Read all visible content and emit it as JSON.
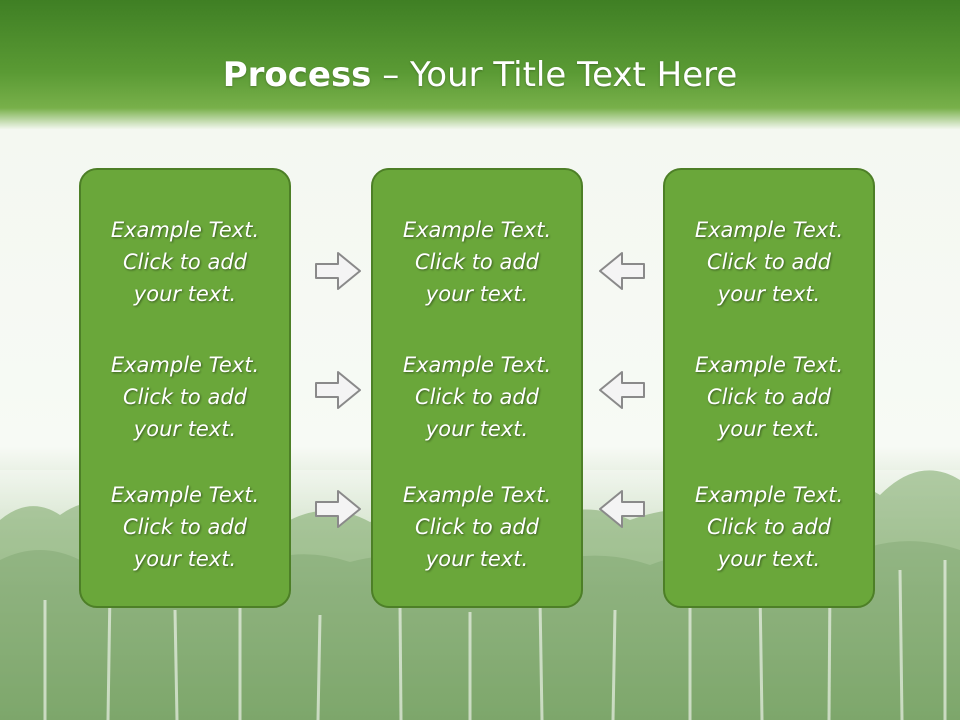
{
  "theme": {
    "header_color": "#4f8f29",
    "box_fill": "#6aa73a",
    "box_border": "#4d7f27",
    "arrow_fill": "#f4f4f4",
    "arrow_stroke": "#8a8a8a"
  },
  "title": {
    "bold": "Process",
    "rest": " – Your Title Text Here"
  },
  "columns": [
    {
      "arrow": "right-arrow",
      "items": [
        "Example Text.\nClick  to add\nyour text.",
        "Example Text.\nClick  to add\nyour text.",
        "Example Text.\nClick  to add\nyour text."
      ]
    },
    {
      "items": [
        "Example Text.\nClick  to add\nyour text.",
        "Example Text.\nClick  to add\nyour text.",
        "Example Text.\nClick  to add\nyour text."
      ]
    },
    {
      "arrow": "left-arrow",
      "items": [
        "Example Text.\nClick  to add\nyour text.",
        "Example Text.\nClick  to add\nyour text.",
        "Example Text.\nClick  to add\nyour text."
      ]
    }
  ],
  "background": "forest-treeline-image"
}
